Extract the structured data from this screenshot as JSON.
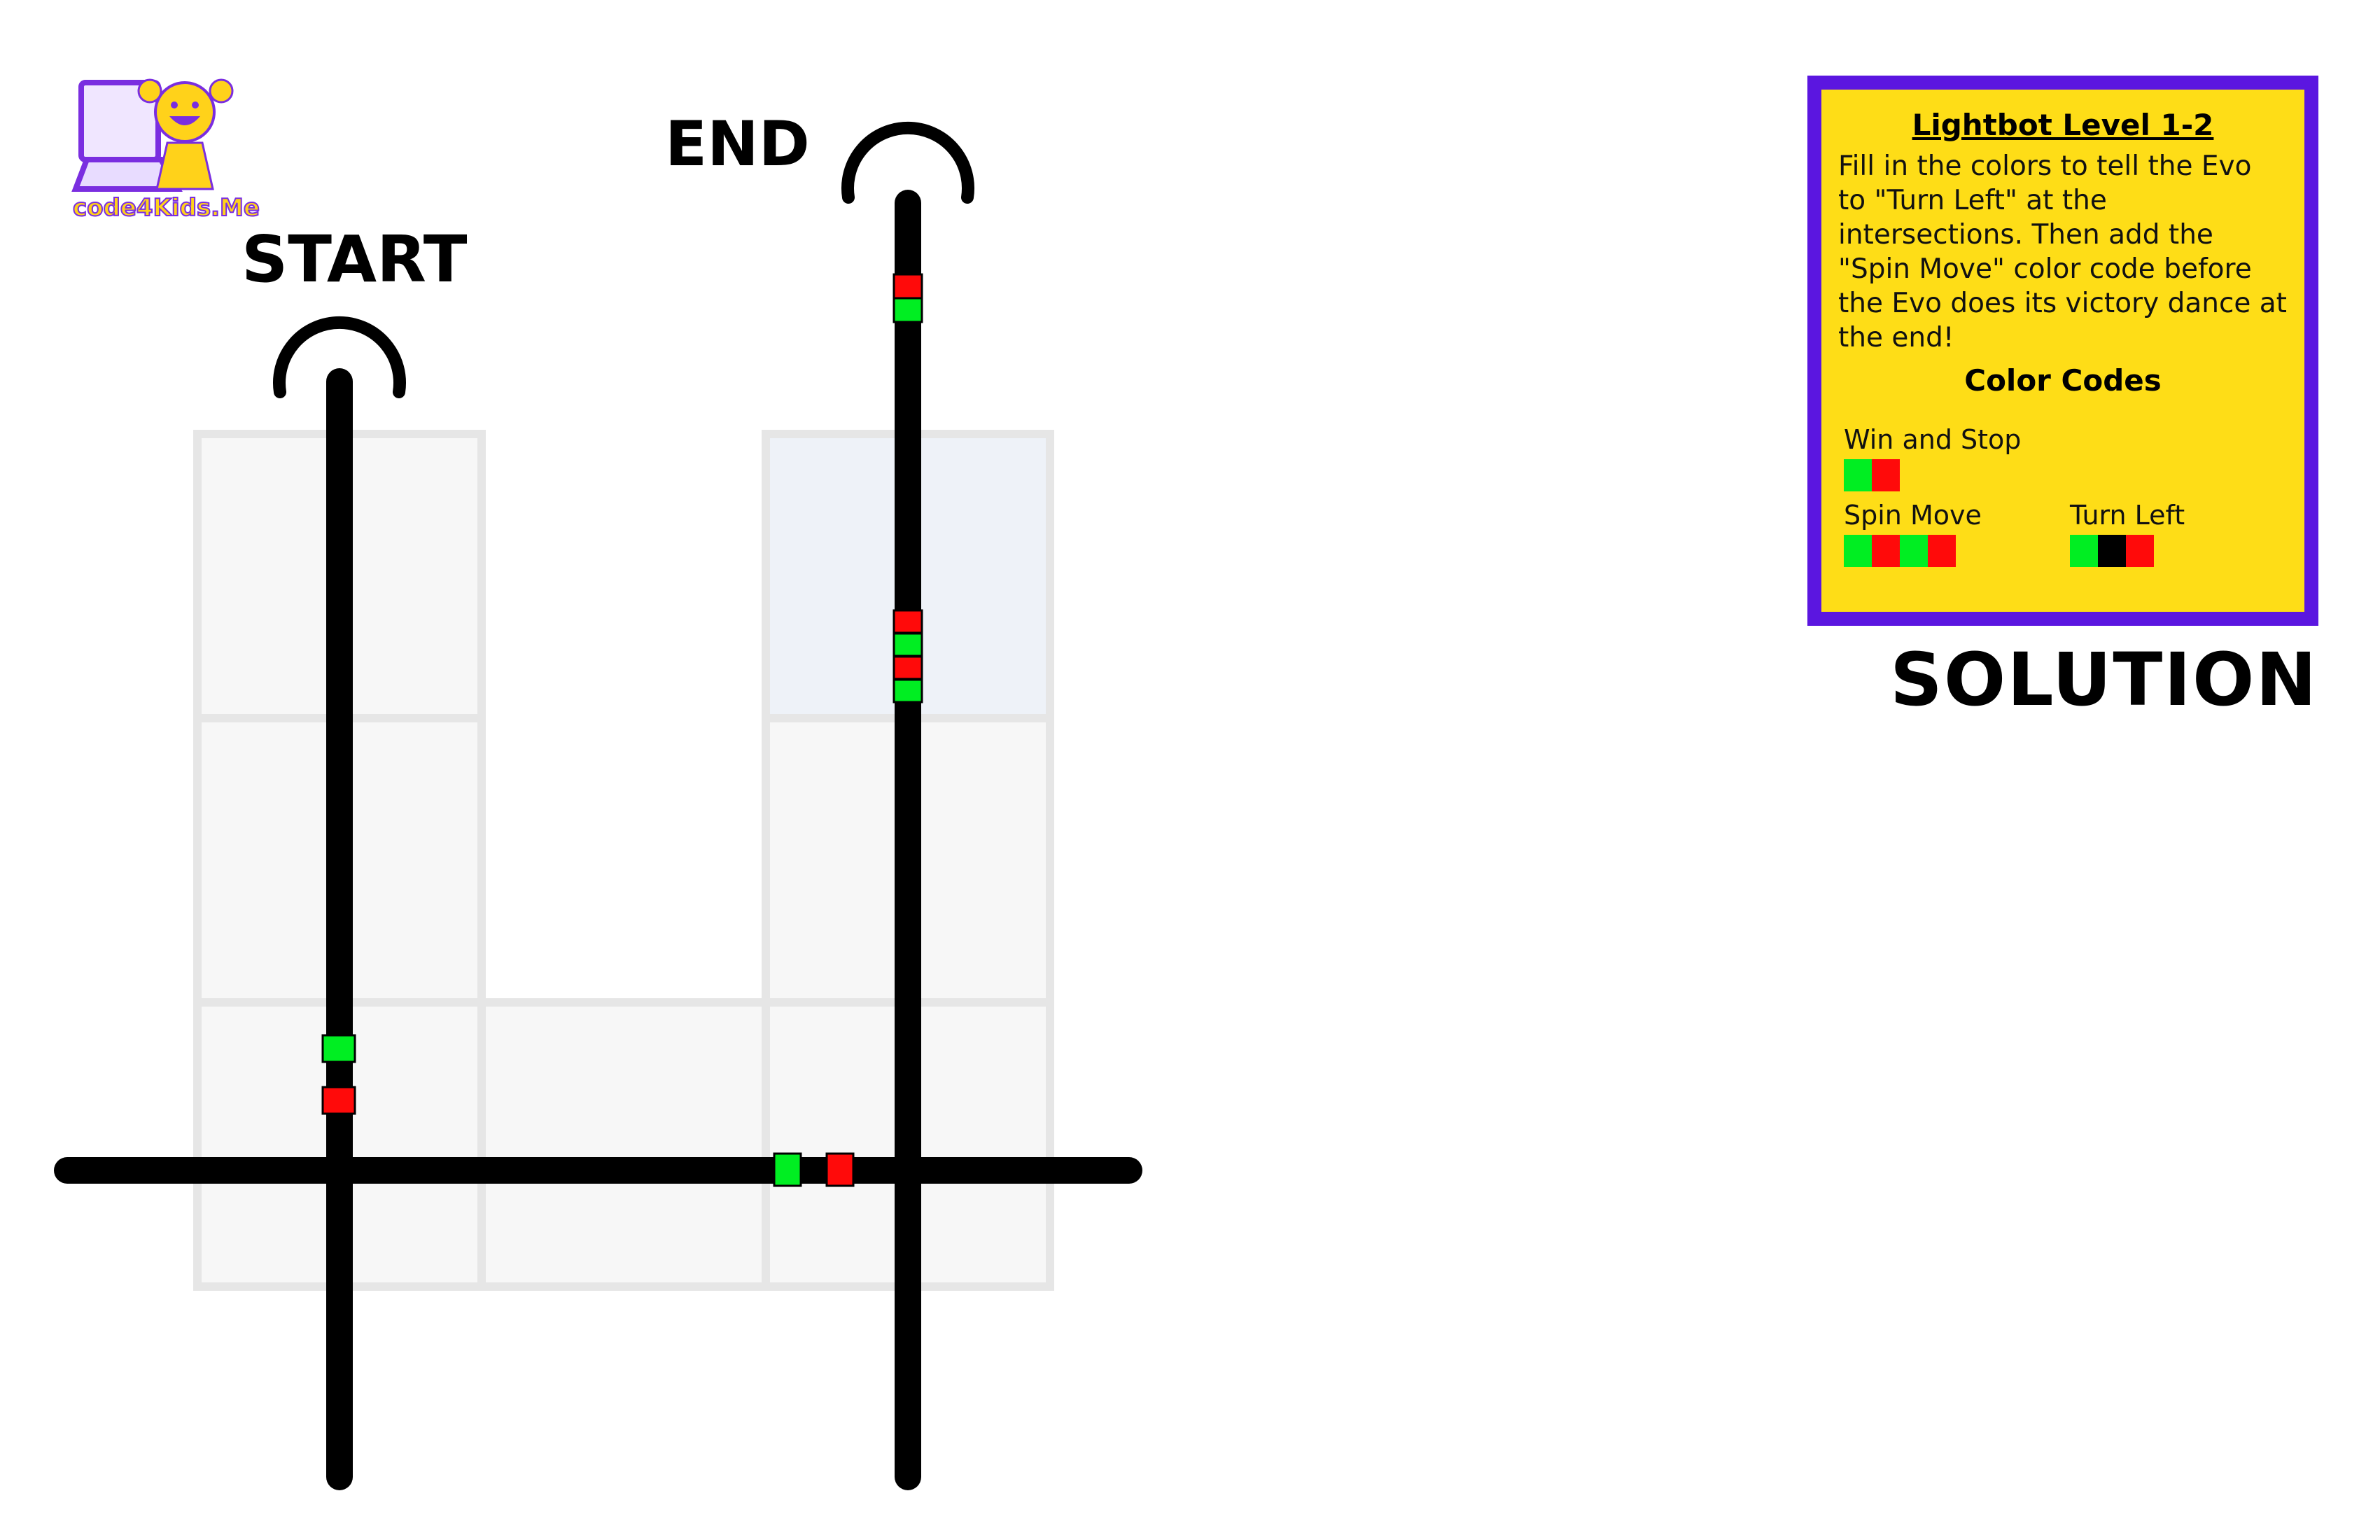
{
  "labels": {
    "start": "START",
    "end": "END",
    "solution": "SOLUTION",
    "logo_text": "code4Kids.Me"
  },
  "panel": {
    "title": "Lightbot Level 1-2",
    "instructions": "Fill in the colors to tell the Evo to \"Turn Left\" at the intersections. Then add the \"Spin Move\" color code before the Evo does its victory dance at the end!",
    "codes_title": "Color Codes",
    "codes": [
      {
        "label": "Win and Stop",
        "colors": [
          "#00ee22",
          "#ff0a0a"
        ]
      },
      {
        "label": "Spin Move",
        "colors": [
          "#00ee22",
          "#ff0a0a",
          "#00ee22",
          "#ff0a0a"
        ]
      },
      {
        "label": "Turn Left",
        "colors": [
          "#00ee22",
          "#000000",
          "#ff0a0a"
        ]
      }
    ]
  },
  "colors": {
    "green": "#00ee22",
    "red": "#ff0a0a",
    "black": "#000000",
    "panel_bg": "#fedd17",
    "panel_border": "#5b16e0",
    "grid_fill": "#f7f7f7",
    "grid_highlight": "#eef2f8",
    "grid_line": "#e6e6e6",
    "logo_purple": "#7a2ee0",
    "logo_yellow": "#ffd21a"
  }
}
